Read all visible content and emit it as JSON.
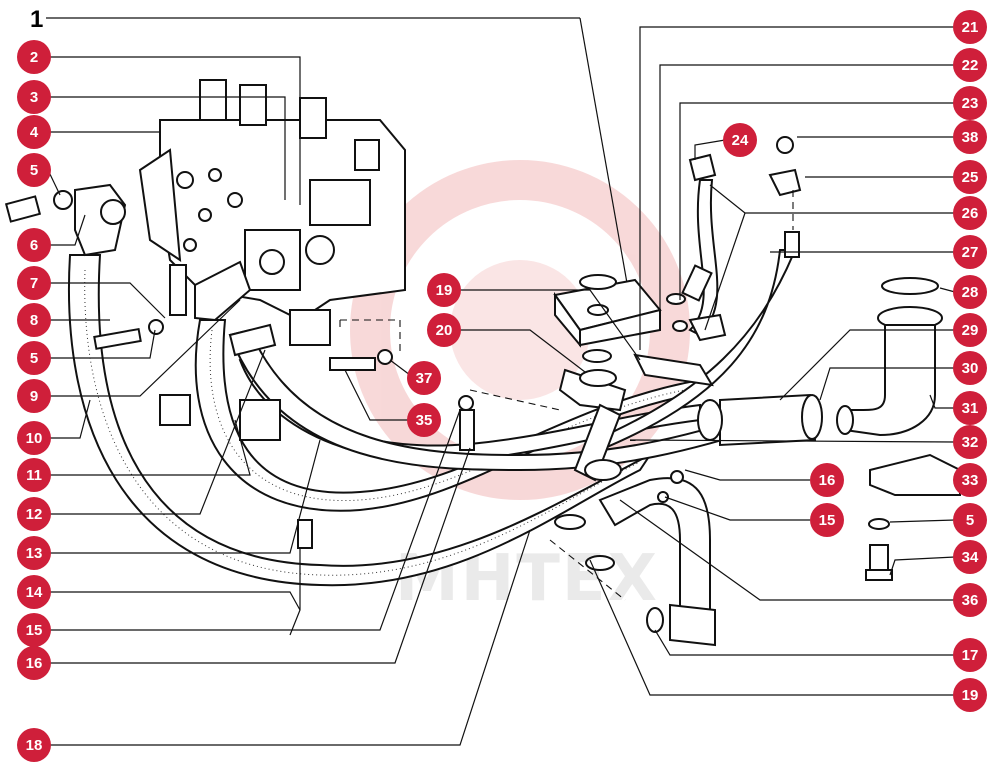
{
  "diagram": {
    "title_number": "1",
    "watermark_text": "MHTEX",
    "accent_color": "#cf1f3a",
    "callouts_left": [
      "2",
      "3",
      "4",
      "5",
      "6",
      "7",
      "8",
      "5",
      "9",
      "10",
      "11",
      "12",
      "13",
      "14",
      "15",
      "16",
      "18"
    ],
    "callouts_right": [
      "21",
      "22",
      "23",
      "38",
      "25",
      "26",
      "27",
      "28",
      "29",
      "30",
      "31",
      "32",
      "33",
      "5",
      "34",
      "36",
      "17",
      "19"
    ],
    "callouts_inner": [
      "24",
      "19",
      "20",
      "37",
      "35",
      "16",
      "15"
    ]
  }
}
